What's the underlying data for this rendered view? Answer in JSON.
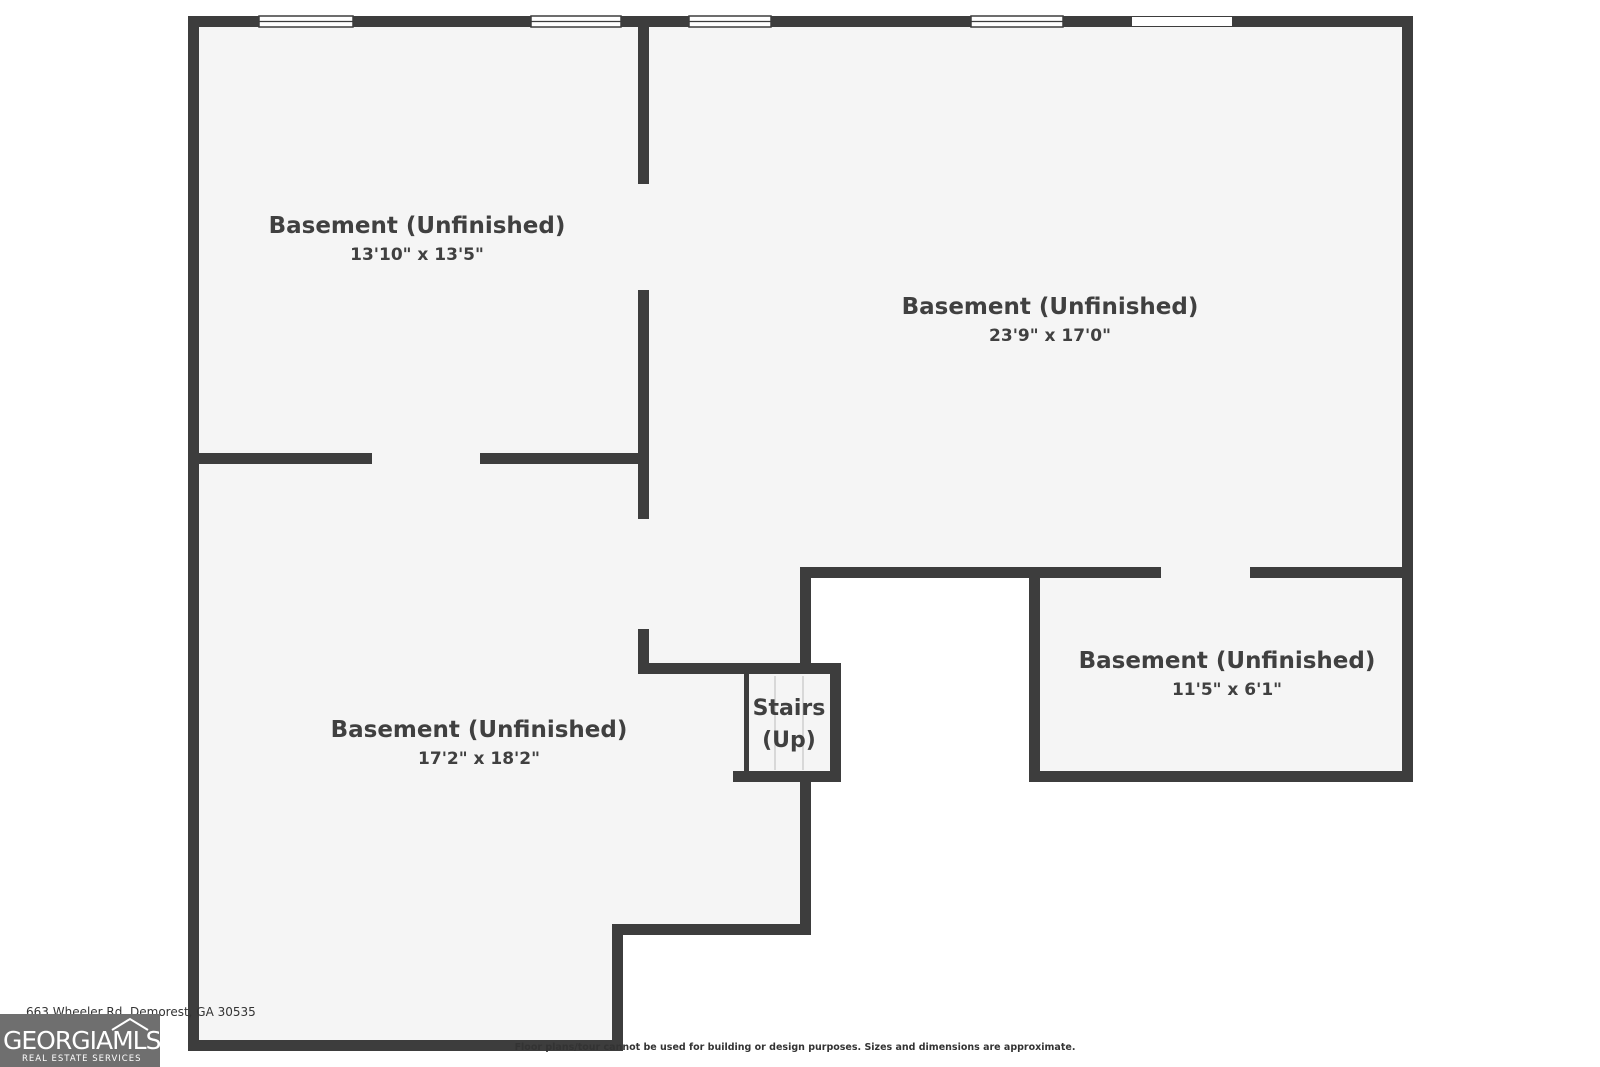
{
  "rooms": [
    {
      "name": "Basement (Unfinished)",
      "dimensions": "13'10\" x 13'5\""
    },
    {
      "name": "Basement (Unfinished)",
      "dimensions": "23'9\" x 17'0\""
    },
    {
      "name": "Basement (Unfinished)",
      "dimensions": "11'5\" x 6'1\""
    },
    {
      "name": "Basement (Unfinished)",
      "dimensions": "17'2\" x 18'2\""
    }
  ],
  "stairs": {
    "line1": "Stairs",
    "line2": "(Up)"
  },
  "address": "663 Wheeler Rd, Demorest, GA 30535",
  "disclaimer": "Floor plans/tour cannot be used for building or design purposes. Sizes and dimensions are approximate.",
  "logo": {
    "name": "GEORGIAMLS",
    "subtitle": "REAL ESTATE SERVICES"
  },
  "colors": {
    "wall": "#3d3d3d",
    "floor": "#f5f5f5",
    "background": "#ffffff",
    "text": "#404040"
  }
}
